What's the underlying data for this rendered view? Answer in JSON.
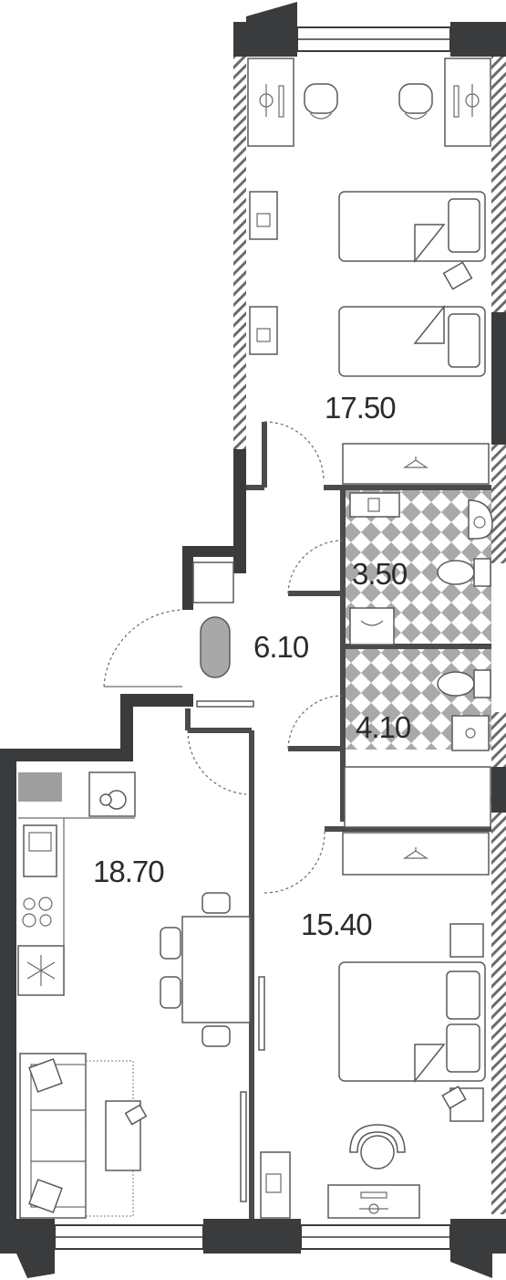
{
  "rooms": [
    {
      "id": "bedroom-top",
      "area": "17.50"
    },
    {
      "id": "bathroom-1",
      "area": "3.50"
    },
    {
      "id": "hallway",
      "area": "6.10"
    },
    {
      "id": "bathroom-2",
      "area": "4.10"
    },
    {
      "id": "kitchen-living",
      "area": "18.70"
    },
    {
      "id": "bedroom-bottom",
      "area": "15.40"
    }
  ],
  "colors": {
    "wall": "#3a3b3d",
    "tile_dark": "#a9a9a9",
    "window": "#ffffff",
    "accent_gray": "#9e9e9e"
  },
  "icons": [
    "bed-icon",
    "desk-icon",
    "chair-icon",
    "toilet-icon",
    "sink-icon",
    "bathtub-icon",
    "stove-icon",
    "fridge-icon",
    "sofa-icon",
    "hanger-icon",
    "washer-icon"
  ]
}
